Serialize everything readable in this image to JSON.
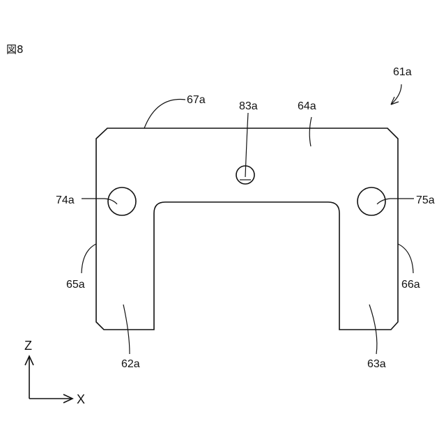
{
  "figure": {
    "title": "図8"
  },
  "labels": {
    "assembly": "61a",
    "top_edge": "67a",
    "hole_center": "83a",
    "top_face": "64a",
    "hole_left": "74a",
    "hole_right": "75a",
    "side_left": "65a",
    "side_right": "66a",
    "leg_left": "62a",
    "leg_right": "63a"
  },
  "axes": {
    "vertical": "Z",
    "horizontal": "X"
  },
  "colors": {
    "line": "#111111",
    "background": "#ffffff"
  }
}
